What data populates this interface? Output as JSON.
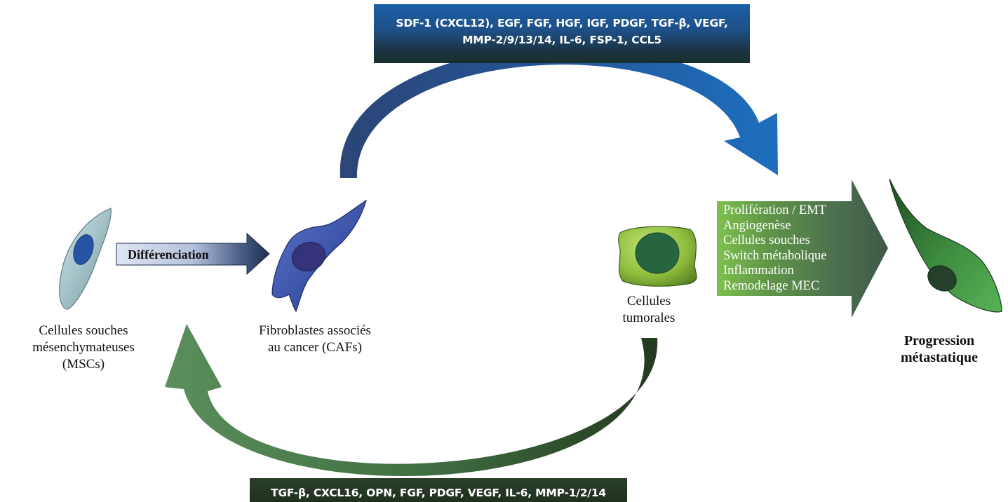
{
  "top_banner": {
    "line1": "SDF-1 (CXCL12), EGF, FGF, HGF, IGF, PDGF, TGF-β, VEGF,",
    "line2": "MMP-2/9/13/14, IL-6, FSP-1, CCL5"
  },
  "bottom_banner": {
    "text": "TGF-β, CXCL16, OPN, FGF, PDGF, VEGF, IL-6, MMP-1/2/14"
  },
  "msc": {
    "line1": "Cellules souches",
    "line2": "mésenchymateuses",
    "line3": "(MSCs)"
  },
  "caf": {
    "line1": "Fibroblastes associés",
    "line2": "au cancer (CAFs)"
  },
  "tumor": {
    "line1": "Cellules",
    "line2": "tumorales"
  },
  "differentiation_label": "Différenciation",
  "effects": [
    "Prolifération / EMT",
    "Angiogenèse",
    "Cellules souches",
    "Switch métabolique",
    "Inflammation",
    "Remodelage MEC"
  ],
  "progression": {
    "line1": "Progression",
    "line2": "métastatique"
  },
  "colors": {
    "top_arrow": "#1f64ad",
    "bottom_arrow": "#3d6e3e",
    "msc_cell": "#a9c6cc",
    "caf_cell": "#3c53a8",
    "tumor_cell": "#8cbc3a",
    "metastatic_cell": "#3a8a3c"
  }
}
